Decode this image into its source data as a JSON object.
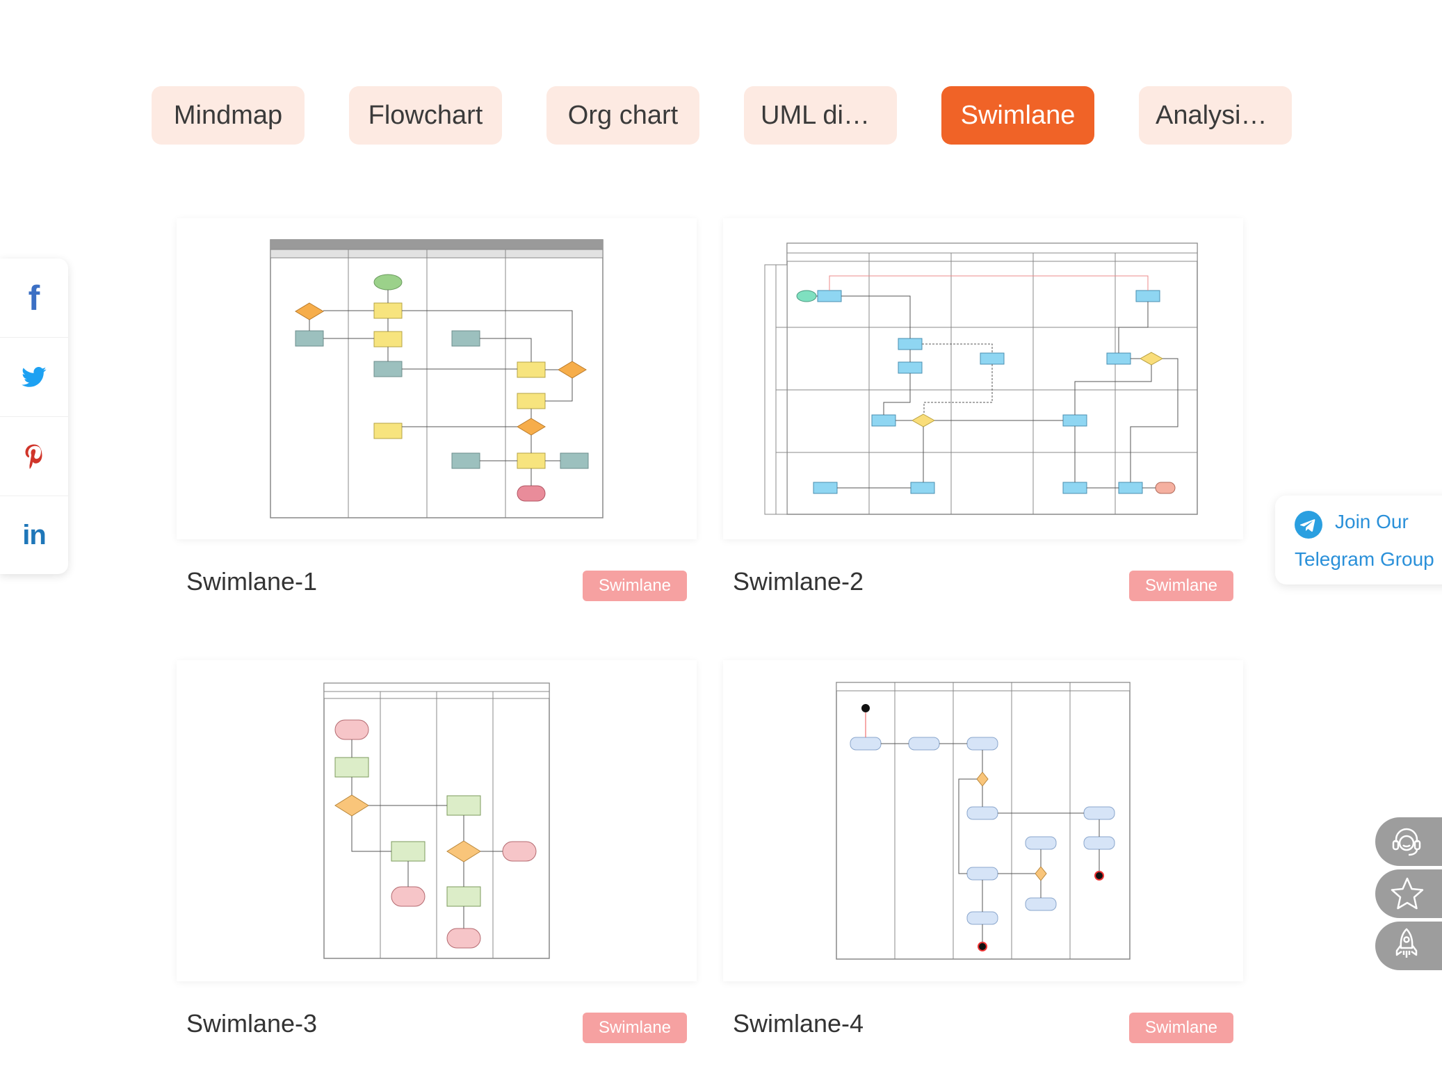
{
  "tabs": [
    {
      "label": "Mindmap",
      "active": false
    },
    {
      "label": "Flowchart",
      "active": false
    },
    {
      "label": "Org chart",
      "active": false
    },
    {
      "label": "UML dia…",
      "active": false
    },
    {
      "label": "Swimlane",
      "active": true
    },
    {
      "label": "Analysis …",
      "active": false
    }
  ],
  "cards": [
    {
      "title": "Swimlane-1",
      "tag": "Swimlane"
    },
    {
      "title": "Swimlane-2",
      "tag": "Swimlane"
    },
    {
      "title": "Swimlane-3",
      "tag": "Swimlane"
    },
    {
      "title": "Swimlane-4",
      "tag": "Swimlane"
    }
  ],
  "social": [
    {
      "name": "facebook-icon",
      "glyph": "f",
      "color": "#3b6fc4"
    },
    {
      "name": "twitter-icon",
      "glyph": "bird",
      "color": "#1da1f2"
    },
    {
      "name": "pinterest-icon",
      "glyph": "P",
      "color": "#d0352a"
    },
    {
      "name": "linkedin-icon",
      "glyph": "in",
      "color": "#1f77b9"
    }
  ],
  "telegram": {
    "line1": "Join Our",
    "line2": "Telegram Group"
  },
  "float_buttons": [
    "support-icon",
    "star-icon",
    "rocket-icon"
  ],
  "colors": {
    "accent": "#f06327",
    "tab_bg": "#fdeae2",
    "tag_bg": "#f6a1a1",
    "link": "#2a90d9"
  }
}
